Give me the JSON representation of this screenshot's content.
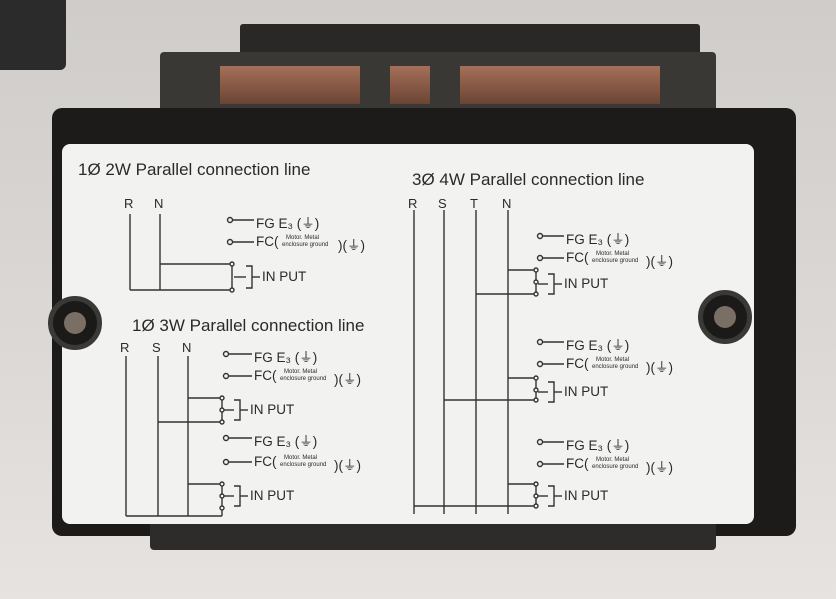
{
  "section_1p2w": {
    "title": "1Ø 2W Parallel connection line",
    "phases": [
      "R",
      "N"
    ],
    "fg": "FG E₃ (⏚)",
    "fc": "FC(",
    "fc_note_1": "Motor. Metal",
    "fc_note_2": "enclosure ground",
    "fc_end": ")(⏚)",
    "input": "IN PUT"
  },
  "section_1p3w": {
    "title": "1Ø 3W Parallel connection line",
    "phases": [
      "R",
      "S",
      "N"
    ],
    "fg": "FG E₃ (⏚)",
    "fc": "FC(",
    "fc_note_1": "Motor. Metal",
    "fc_note_2": "enclosure ground",
    "fc_end": ")(⏚)",
    "input": "IN PUT"
  },
  "section_3p4w": {
    "title": "3Ø 4W Parallel connection line",
    "phases": [
      "R",
      "S",
      "T",
      "N"
    ],
    "fg": "FG E₃ (⏚)",
    "fc": "FC(",
    "fc_note_1": "Motor. Metal",
    "fc_note_2": "enclosure ground",
    "fc_end": ")(⏚)",
    "input": "IN PUT"
  }
}
